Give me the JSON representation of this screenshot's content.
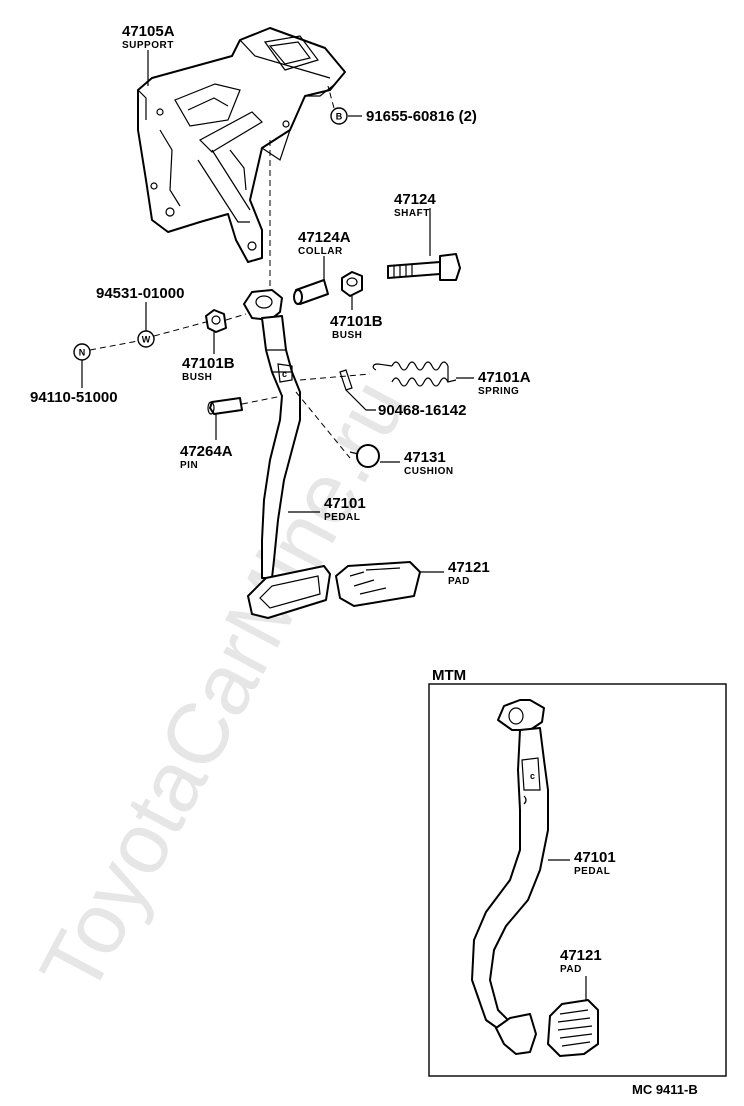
{
  "watermark": "ToyotaCarMine.ru",
  "labels": {
    "support": {
      "num": "47105A",
      "name": "SUPPORT"
    },
    "bolt": {
      "symbol": "B",
      "num": "91655-60816 (2)"
    },
    "shaft": {
      "num": "47124",
      "name": "SHAFT"
    },
    "collar": {
      "num": "47124A",
      "name": "COLLAR"
    },
    "washer": {
      "symbol": "W",
      "num": "94531-01000"
    },
    "nut": {
      "symbol": "N",
      "num": "94110-51000"
    },
    "bush_left": {
      "num": "47101B",
      "name": "BUSH"
    },
    "bush_right": {
      "num": "47101B",
      "name": "BUSH"
    },
    "spring": {
      "num": "47101A",
      "name": "SPRING"
    },
    "clip": {
      "num": "90468-16142"
    },
    "pin": {
      "num": "47264A",
      "name": "PIN"
    },
    "cushion": {
      "num": "47131",
      "name": "CUSHION"
    },
    "pedal": {
      "num": "47101",
      "name": "PEDAL"
    },
    "pad": {
      "num": "47121",
      "name": "PAD"
    }
  },
  "mtm": {
    "title": "MTM",
    "pedal": {
      "num": "47101",
      "name": "PEDAL"
    },
    "pad": {
      "num": "47121",
      "name": "PAD"
    }
  },
  "footer": "MC 9411-B"
}
